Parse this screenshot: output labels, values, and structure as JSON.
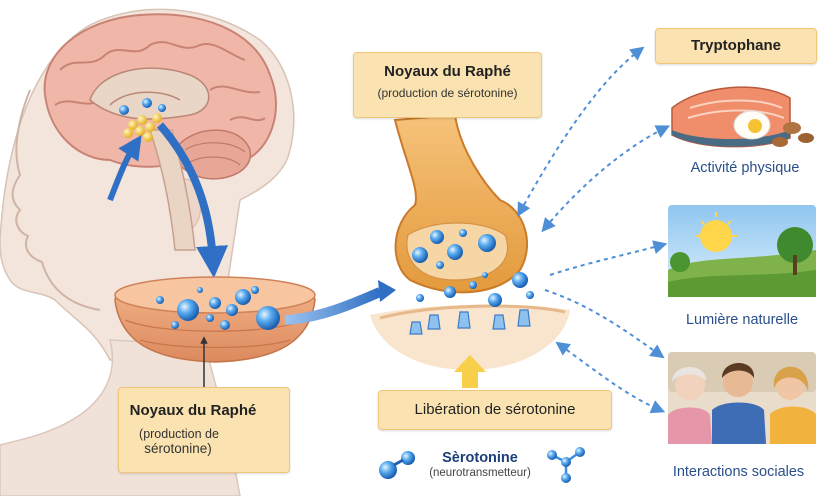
{
  "brain_label": {
    "title": "Noyaux du Raphé",
    "sub1": "(production de",
    "sub2": "sérotonine)"
  },
  "neuron_label": {
    "title": "Noyaux du Raphé",
    "sub": "(production de sérotonine)"
  },
  "release_label": "Libération de sérotonine",
  "serotonin_legend": {
    "title": "Sèrotonine",
    "sub": "(neurotransmetteur)"
  },
  "factors": {
    "tryptophane": "Tryptophane",
    "activity": "Activité physique",
    "light": "Lumière naturelle",
    "social": "Interactions sociales"
  },
  "colors": {
    "label_bg": "#fbe3b1",
    "arrow_blue": "#2f6fc4",
    "dashed_blue": "#4f8fd6",
    "molecule": "#3b8fe0"
  }
}
